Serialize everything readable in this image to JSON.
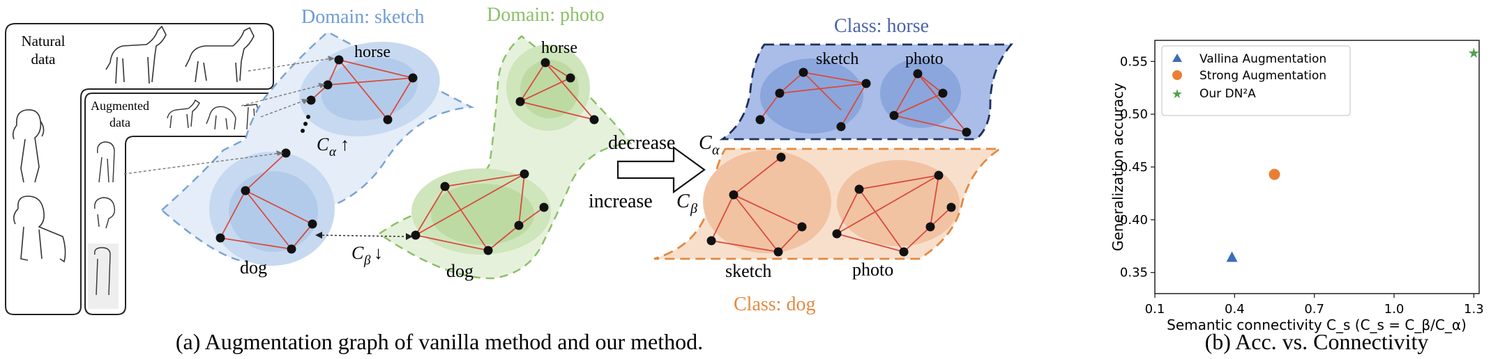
{
  "left_panel": {
    "natural_label_1": "Natural",
    "natural_label_2": "data",
    "augmented_label_1": "Augmented",
    "augmented_label_2": "data",
    "domain_sketch": "Domain: sketch",
    "domain_photo": "Domain: photo",
    "horse": "horse",
    "dog": "dog",
    "c_alpha_up": "C",
    "c_alpha_up_sub": "α",
    "c_alpha_up_arrow": "↑",
    "c_beta_down": "C",
    "c_beta_down_sub": "β",
    "c_beta_down_arrow": "↓",
    "decrease": "decrease",
    "increase": "increase",
    "class_horse": "Class: horse",
    "class_dog": "Class: dog",
    "sketch": "sketch",
    "photo": "photo",
    "caption": "(a) Augmentation graph of vanilla method and our method."
  },
  "colors": {
    "sketch_domain": "#7aa3d6",
    "photo_domain": "#8cc068",
    "class_horse": "#1f2f5a",
    "class_dog": "#e5893f",
    "edge": "#d94a3c"
  },
  "chart_data": {
    "type": "scatter",
    "xlabel": "Semantic connectivity C_s (C_s = C_β/C_α)",
    "ylabel": "Generalization accuracy",
    "xlim": [
      0.1,
      1.32
    ],
    "ylim": [
      0.33,
      0.57
    ],
    "xticks": [
      "0.1",
      "0.4",
      "0.7",
      "1.0",
      "1.3"
    ],
    "yticks": [
      "0.35",
      "0.40",
      "0.45",
      "0.50",
      "0.55"
    ],
    "legend_position": "top-left",
    "series": [
      {
        "name": "Vallina Augmentation",
        "marker": "triangle",
        "color": "#3a6fb8",
        "x": [
          0.39
        ],
        "y": [
          0.364
        ]
      },
      {
        "name": "Strong Augmentation",
        "marker": "circle",
        "color": "#ea7f34",
        "x": [
          0.55
        ],
        "y": [
          0.443
        ]
      },
      {
        "name": "Our DN²A",
        "marker": "star",
        "color": "#4fa24c",
        "x": [
          1.3
        ],
        "y": [
          0.558
        ]
      }
    ],
    "caption": "(b) Acc. vs. Connectivity"
  }
}
